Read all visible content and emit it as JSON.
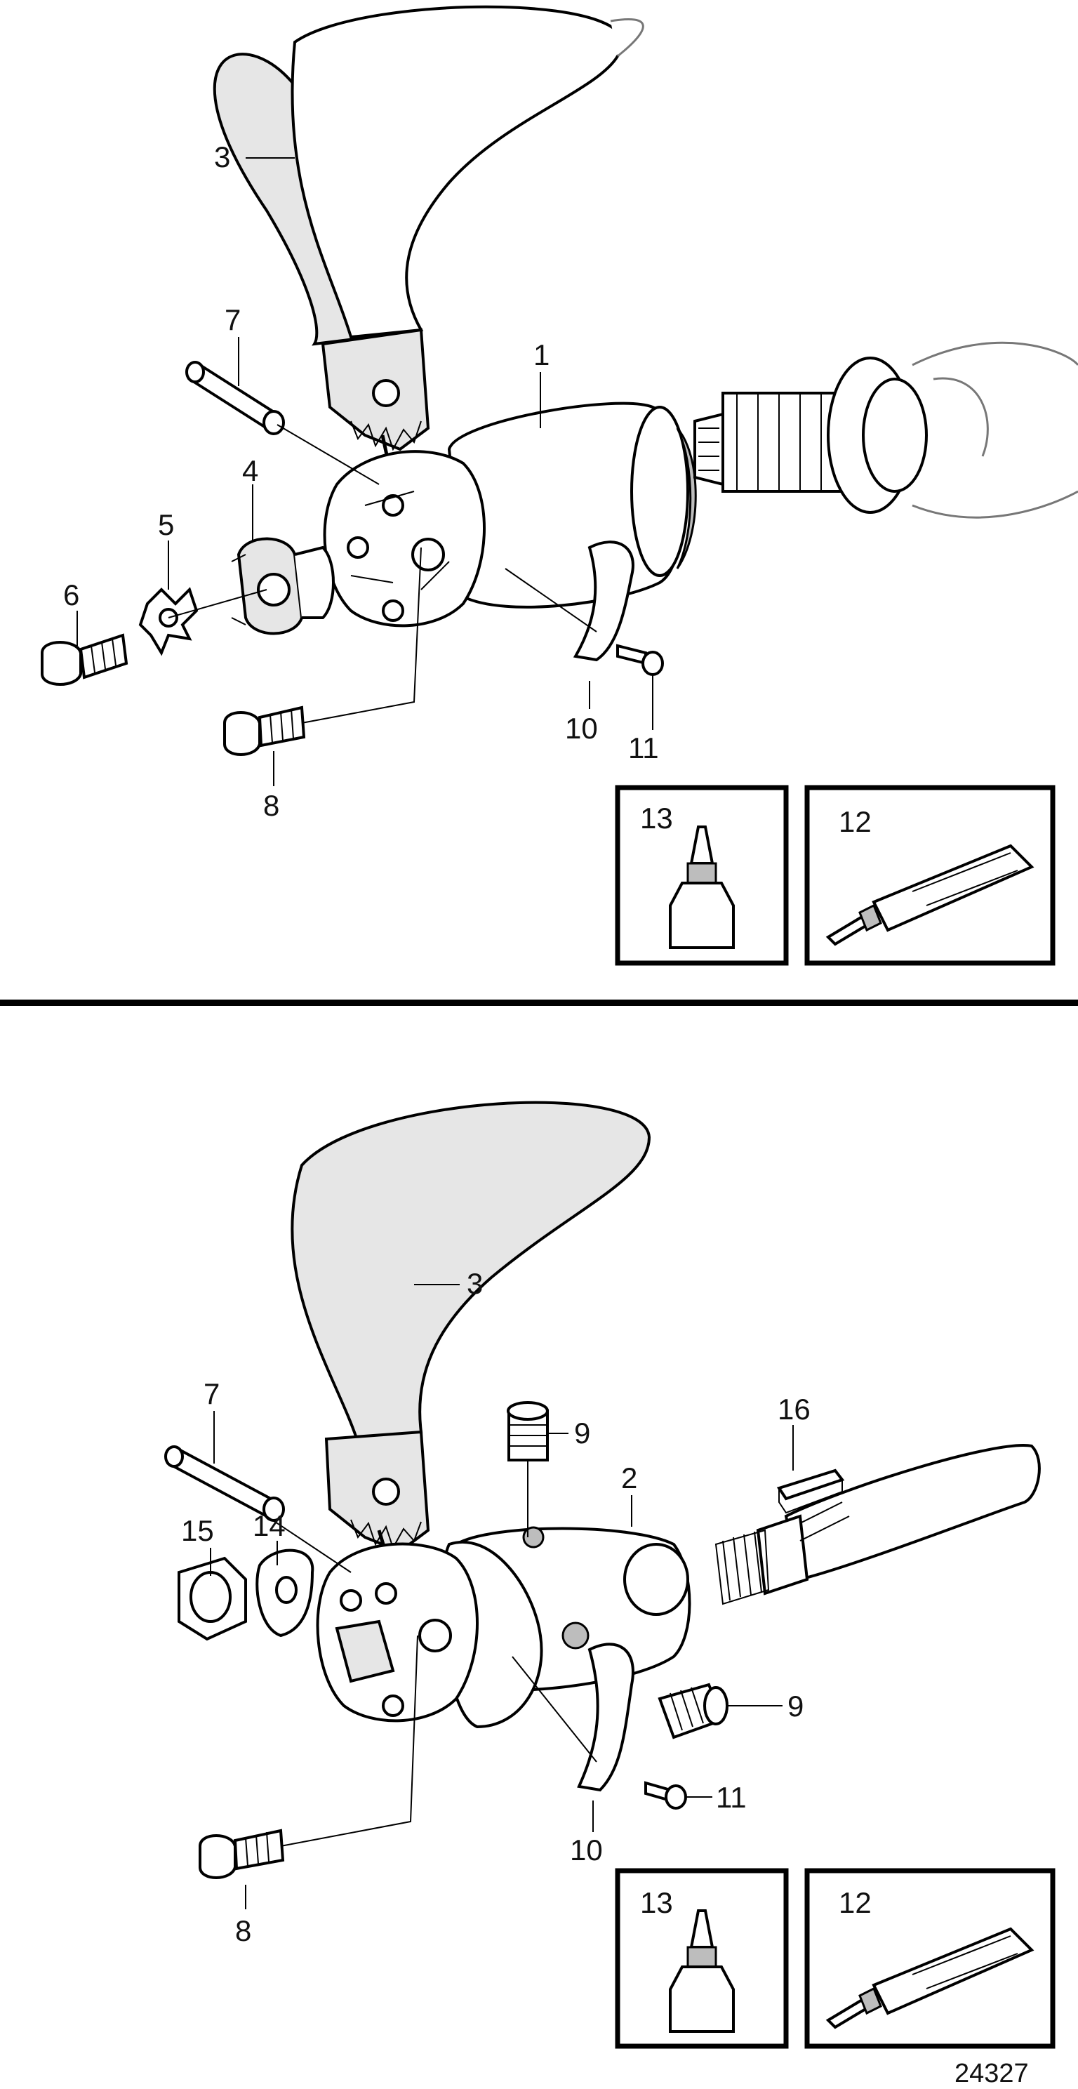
{
  "figure_number": "24327",
  "top_assembly": {
    "callouts": [
      "1",
      "3",
      "4",
      "5",
      "6",
      "7",
      "8",
      "10",
      "11"
    ],
    "consumables": [
      "13",
      "12"
    ]
  },
  "bottom_assembly": {
    "callouts": [
      "2",
      "3",
      "7",
      "8",
      "9",
      "9",
      "10",
      "11",
      "14",
      "15",
      "16"
    ],
    "consumables": [
      "13",
      "12"
    ]
  }
}
